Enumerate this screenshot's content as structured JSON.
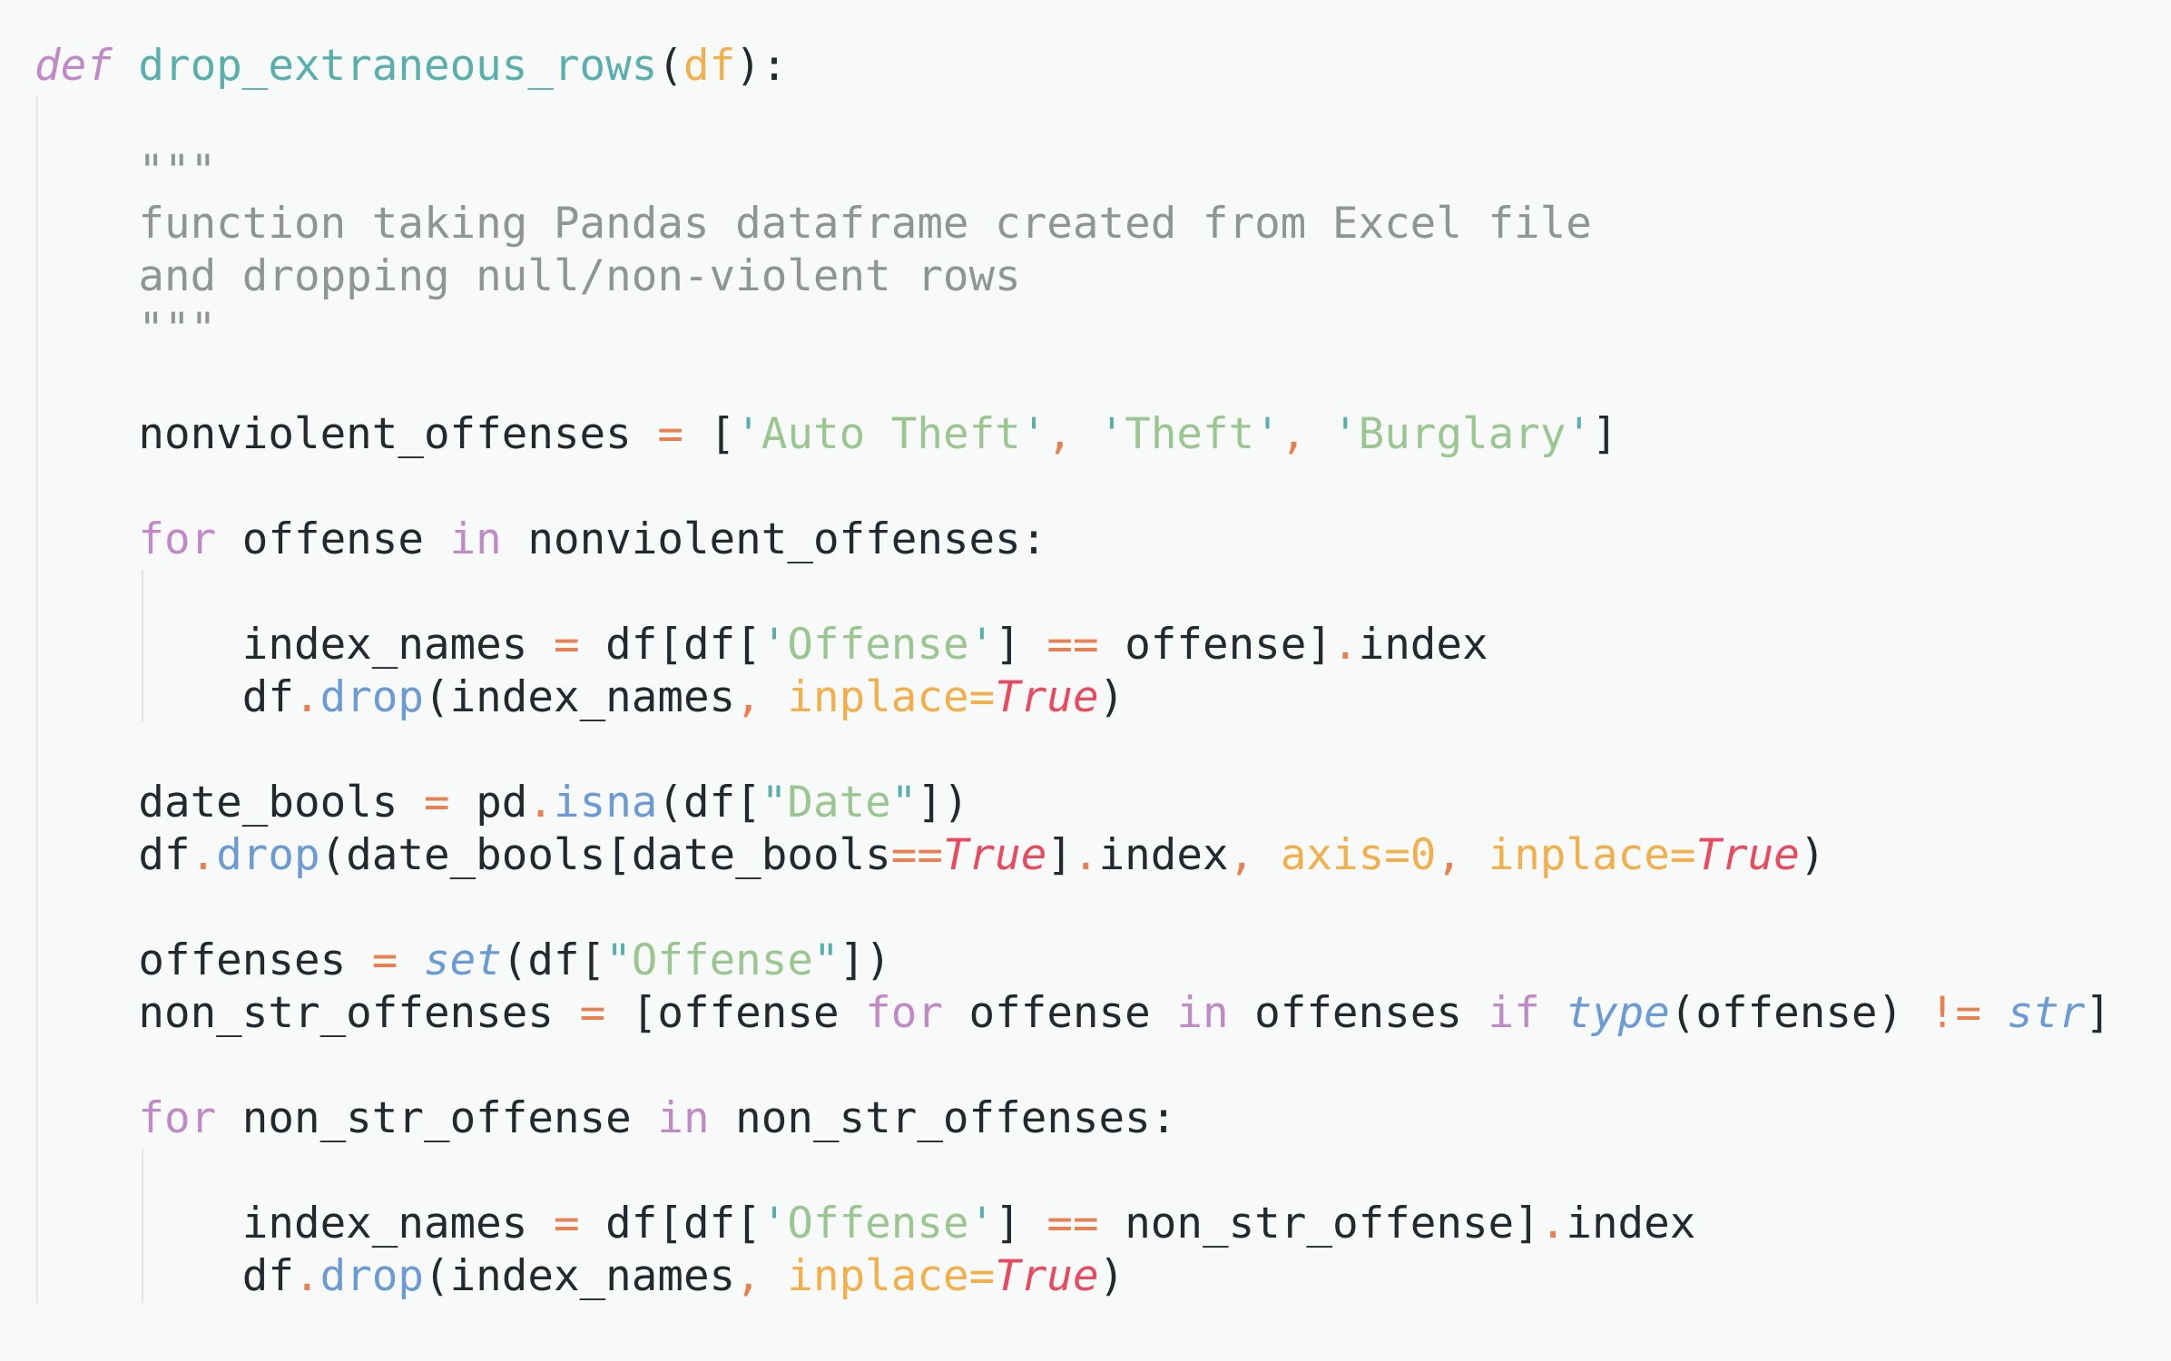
{
  "editor": {
    "language": "python",
    "colors": {
      "background": "#f8f9f9",
      "default_text": "#24292e",
      "keyword": "#c08ac6",
      "function_name": "#5aaeab",
      "parameter": "#f2b04c",
      "operator": "#e98052",
      "string": "#9bc691",
      "quote": "#5aaeab",
      "docstring": "#8f9494",
      "constant": "#e84a5f",
      "method": "#6b9bd2",
      "indent_guide": "#e4e6e6"
    },
    "lines": [
      [
        [
          "def",
          "def"
        ],
        [
          " ",
          "ident"
        ],
        [
          "drop_extraneous_rows",
          "funcname"
        ],
        [
          "(",
          "punct"
        ],
        [
          "df",
          "param"
        ],
        [
          "):",
          "punct"
        ]
      ],
      [],
      [
        [
          "    ",
          "ident"
        ],
        [
          "\"\"\"",
          "docstring"
        ]
      ],
      [
        [
          "    ",
          "ident"
        ],
        [
          "function taking Pandas dataframe created from Excel file",
          "docstring"
        ]
      ],
      [
        [
          "    ",
          "ident"
        ],
        [
          "and dropping null/non-violent rows",
          "docstring"
        ]
      ],
      [
        [
          "    ",
          "ident"
        ],
        [
          "\"\"\"",
          "docstring"
        ]
      ],
      [],
      [
        [
          "    ",
          "ident"
        ],
        [
          "nonviolent_offenses",
          "ident"
        ],
        [
          " ",
          "ident"
        ],
        [
          "=",
          "op"
        ],
        [
          " ",
          "ident"
        ],
        [
          "[",
          "punct"
        ],
        [
          "'",
          "quote"
        ],
        [
          "Auto Theft",
          "string"
        ],
        [
          "'",
          "quote"
        ],
        [
          ",",
          "op"
        ],
        [
          " ",
          "ident"
        ],
        [
          "'",
          "quote"
        ],
        [
          "Theft",
          "string"
        ],
        [
          "'",
          "quote"
        ],
        [
          ",",
          "op"
        ],
        [
          " ",
          "ident"
        ],
        [
          "'",
          "quote"
        ],
        [
          "Burglary",
          "string"
        ],
        [
          "'",
          "quote"
        ],
        [
          "]",
          "punct"
        ]
      ],
      [],
      [
        [
          "    ",
          "ident"
        ],
        [
          "for",
          "keyword"
        ],
        [
          " offense ",
          "ident"
        ],
        [
          "in",
          "keyword"
        ],
        [
          " nonviolent_offenses:",
          "ident"
        ]
      ],
      [],
      [
        [
          "        ",
          "ident"
        ],
        [
          "index_names",
          "ident"
        ],
        [
          " ",
          "ident"
        ],
        [
          "=",
          "op"
        ],
        [
          " df[df[",
          "ident"
        ],
        [
          "'",
          "quote"
        ],
        [
          "Offense",
          "string"
        ],
        [
          "'",
          "quote"
        ],
        [
          "]",
          "punct"
        ],
        [
          " ",
          "ident"
        ],
        [
          "==",
          "op"
        ],
        [
          " offense]",
          "ident"
        ],
        [
          ".",
          "op"
        ],
        [
          "index",
          "ident"
        ]
      ],
      [
        [
          "        ",
          "ident"
        ],
        [
          "df",
          "ident"
        ],
        [
          ".",
          "op"
        ],
        [
          "drop",
          "method"
        ],
        [
          "(index_names",
          "ident"
        ],
        [
          ",",
          "op"
        ],
        [
          " ",
          "ident"
        ],
        [
          "inplace",
          "kwarg"
        ],
        [
          "=",
          "kwarg"
        ],
        [
          "True",
          "const"
        ],
        [
          ")",
          "punct"
        ]
      ],
      [],
      [
        [
          "    ",
          "ident"
        ],
        [
          "date_bools",
          "ident"
        ],
        [
          " ",
          "ident"
        ],
        [
          "=",
          "op"
        ],
        [
          " pd",
          "ident"
        ],
        [
          ".",
          "op"
        ],
        [
          "isna",
          "method"
        ],
        [
          "(df[",
          "ident"
        ],
        [
          "\"",
          "quote"
        ],
        [
          "Date",
          "string"
        ],
        [
          "\"",
          "quote"
        ],
        [
          "])",
          "punct"
        ]
      ],
      [
        [
          "    ",
          "ident"
        ],
        [
          "df",
          "ident"
        ],
        [
          ".",
          "op"
        ],
        [
          "drop",
          "method"
        ],
        [
          "(date_bools[date_bools",
          "ident"
        ],
        [
          "==",
          "op"
        ],
        [
          "True",
          "const"
        ],
        [
          "]",
          "punct"
        ],
        [
          ".",
          "op"
        ],
        [
          "index",
          "ident"
        ],
        [
          ",",
          "op"
        ],
        [
          " ",
          "ident"
        ],
        [
          "axis",
          "kwarg"
        ],
        [
          "=",
          "kwarg"
        ],
        [
          "0",
          "number"
        ],
        [
          ",",
          "op"
        ],
        [
          " ",
          "ident"
        ],
        [
          "inplace",
          "kwarg"
        ],
        [
          "=",
          "kwarg"
        ],
        [
          "True",
          "const"
        ],
        [
          ")",
          "punct"
        ]
      ],
      [],
      [
        [
          "    ",
          "ident"
        ],
        [
          "offenses",
          "ident"
        ],
        [
          " ",
          "ident"
        ],
        [
          "=",
          "op"
        ],
        [
          " ",
          "ident"
        ],
        [
          "set",
          "builtin"
        ],
        [
          "(df[",
          "ident"
        ],
        [
          "\"",
          "quote"
        ],
        [
          "Offense",
          "string"
        ],
        [
          "\"",
          "quote"
        ],
        [
          "])",
          "punct"
        ]
      ],
      [
        [
          "    ",
          "ident"
        ],
        [
          "non_str_offenses",
          "ident"
        ],
        [
          " ",
          "ident"
        ],
        [
          "=",
          "op"
        ],
        [
          " [offense ",
          "ident"
        ],
        [
          "for",
          "keyword"
        ],
        [
          " offense ",
          "ident"
        ],
        [
          "in",
          "keyword"
        ],
        [
          " offenses ",
          "ident"
        ],
        [
          "if",
          "keyword"
        ],
        [
          " ",
          "ident"
        ],
        [
          "type",
          "builtin"
        ],
        [
          "(offense) ",
          "ident"
        ],
        [
          "!=",
          "op"
        ],
        [
          " ",
          "ident"
        ],
        [
          "str",
          "builtin"
        ],
        [
          "]",
          "punct"
        ]
      ],
      [],
      [
        [
          "    ",
          "ident"
        ],
        [
          "for",
          "keyword"
        ],
        [
          " non_str_offense ",
          "ident"
        ],
        [
          "in",
          "keyword"
        ],
        [
          " non_str_offenses:",
          "ident"
        ]
      ],
      [],
      [
        [
          "        ",
          "ident"
        ],
        [
          "index_names",
          "ident"
        ],
        [
          " ",
          "ident"
        ],
        [
          "=",
          "op"
        ],
        [
          " df[df[",
          "ident"
        ],
        [
          "'",
          "quote"
        ],
        [
          "Offense",
          "string"
        ],
        [
          "'",
          "quote"
        ],
        [
          "]",
          "punct"
        ],
        [
          " ",
          "ident"
        ],
        [
          "==",
          "op"
        ],
        [
          " non_str_offense]",
          "ident"
        ],
        [
          ".",
          "op"
        ],
        [
          "index",
          "ident"
        ]
      ],
      [
        [
          "        ",
          "ident"
        ],
        [
          "df",
          "ident"
        ],
        [
          ".",
          "op"
        ],
        [
          "drop",
          "method"
        ],
        [
          "(index_names",
          "ident"
        ],
        [
          ",",
          "op"
        ],
        [
          " ",
          "ident"
        ],
        [
          "inplace",
          "kwarg"
        ],
        [
          "=",
          "kwarg"
        ],
        [
          "True",
          "const"
        ],
        [
          ")",
          "punct"
        ]
      ]
    ]
  }
}
